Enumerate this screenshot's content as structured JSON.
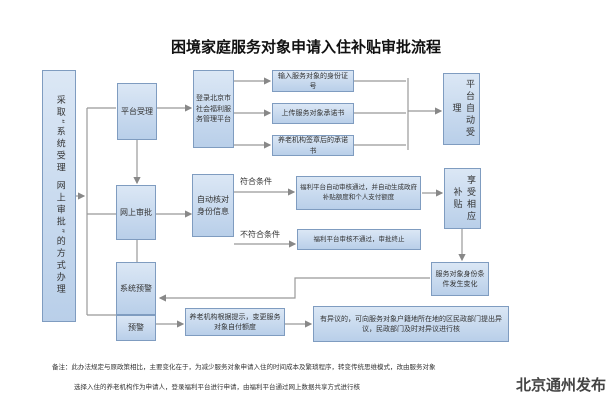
{
  "title": "困境家庭服务对象申请入住补贴审批流程",
  "left_box": "采取“系统受理 网上审批”的方式办理",
  "steps": {
    "platform_accept": "平台受理",
    "online_approve": "网上审批",
    "system_warning": "系统预警",
    "warning": "预警"
  },
  "login_box": "登录北京市社会福利服务管理平台",
  "inputs": [
    "输入服务对象的身份证号",
    "上传服务对象承诺书",
    "养老机构签章后的承诺书"
  ],
  "auto_accept": "平台自动受理",
  "auto_check": "自动核对身份信息",
  "conditions": {
    "meet": "符合条件",
    "not_meet": "不符合条件"
  },
  "pass_box": "福利平台自动审核通过，并自动生成政府补贴额度和个人支付额度",
  "fail_box": "福利平台审核不通过，审批终止",
  "subsidy_box": "享受相应补贴",
  "change_box": "服务对象身份条件发生变化",
  "adjust_box": "养老机构根据提示，变更服务对象自付额度",
  "objection_box": "有异议的，可向服务对象户籍地所在地的区民政部门提出异议，民政部门及时对异议进行核",
  "note_line1": "备注：此办法规定与原政策相比，主要变化在于，为减少服务对象申请入住的时间成本及繁琐程序，转变传统思维模式，改由服务对象",
  "note_line2": "选择入住的养老机构作为申请人，登录福利平台进行申请，由福利平台通过网上数据共享方式进行核",
  "watermark": "北京通州发布"
}
